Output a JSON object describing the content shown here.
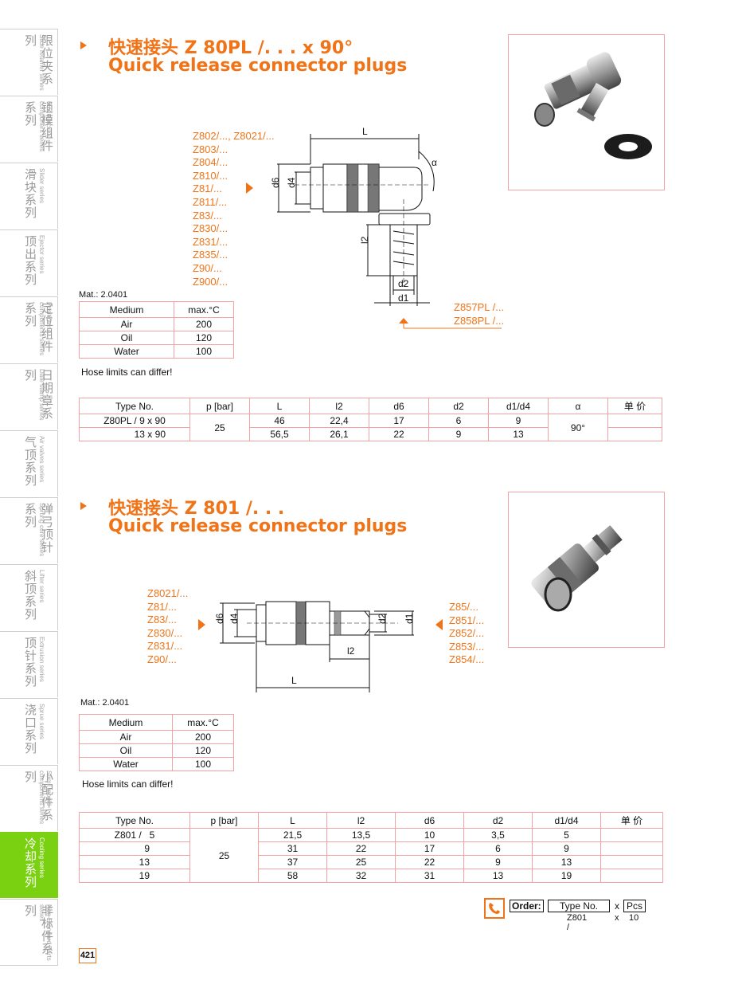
{
  "sidebar": [
    {
      "zh": "限位夹系列",
      "en": "Slide retainer series"
    },
    {
      "zh": "锁模组件系列",
      "en": "Mode locking component series"
    },
    {
      "zh": "滑块系列",
      "en": "Slider series"
    },
    {
      "zh": "顶出系列",
      "en": "Ejector series"
    },
    {
      "zh": "定位组件系列",
      "en": "Positioning components series"
    },
    {
      "zh": "日期章系列",
      "en": "Date stamp series"
    },
    {
      "zh": "气顶系列",
      "en": "Air valves series"
    },
    {
      "zh": "弹弓顶针系列",
      "en": "Sprung core series"
    },
    {
      "zh": "斜顶系列",
      "en": "Lifter series"
    },
    {
      "zh": "顶针系列",
      "en": "Extrusion series"
    },
    {
      "zh": "浇口系列",
      "en": "Sprue series"
    },
    {
      "zh": "小配件系列",
      "en": "Samll mould components series"
    },
    {
      "zh": "冷却系列",
      "en": "Cooling series"
    },
    {
      "zh": "非标件系列",
      "en": "Non-Standard Parts series"
    }
  ],
  "section1": {
    "title_zh": "快速接头 Z 80PL /. . . x 90°",
    "title_en": "Quick release connector plugs",
    "codes_left": [
      "Z802/..., Z8021/...",
      "Z803/...",
      "Z804/...",
      "Z810/...",
      "Z81/...",
      "Z811/...",
      "Z83/...",
      "Z830/...",
      "Z831/...",
      "Z835/...",
      "Z90/...",
      "Z900/..."
    ],
    "codes_right": [
      "Z857PL /...",
      "Z858PL /..."
    ],
    "dims": {
      "L": "L",
      "alpha": "α",
      "d6": "d6",
      "d4": "d4",
      "l2": "l2",
      "d2": "d2",
      "d1": "d1"
    },
    "mat": "Mat.: 2.0401",
    "medium_header": [
      "Medium",
      "max.°C"
    ],
    "medium_rows": [
      [
        "Air",
        "200"
      ],
      [
        "Oil",
        "120"
      ],
      [
        "Water",
        "100"
      ]
    ],
    "note": "Hose limits can differ!",
    "spec_header": [
      "Type No.",
      "p [bar]",
      "L",
      "l2",
      "d6",
      "d2",
      "d1/d4",
      "α",
      "单 价"
    ],
    "spec_rows": [
      {
        "type": "Z80PL / 9 x 90",
        "L": "46",
        "l2": "22,4",
        "d6": "17",
        "d2": "6",
        "d1d4": "9"
      },
      {
        "type": "13 x 90",
        "L": "56,5",
        "l2": "26,1",
        "d6": "22",
        "d2": "9",
        "d1d4": "13"
      }
    ],
    "pressure": "25",
    "alpha": "90°"
  },
  "section2": {
    "title_zh": "快速接头 Z 801 /. . .",
    "title_en": "Quick release connector plugs",
    "codes_left": [
      "Z8021/...",
      "Z81/...",
      "Z83/...",
      "Z830/...",
      "Z831/...",
      "Z90/..."
    ],
    "codes_right": [
      "Z85/...",
      "Z851/...",
      "Z852/...",
      "Z853/...",
      "Z854/..."
    ],
    "dims": {
      "d6": "d6",
      "d4": "d4",
      "d2": "d2",
      "d1": "d1",
      "l2": "l2",
      "L": "L"
    },
    "mat": "Mat.: 2.0401",
    "medium_header": [
      "Medium",
      "max.°C"
    ],
    "medium_rows": [
      [
        "Air",
        "200"
      ],
      [
        "Oil",
        "120"
      ],
      [
        "Water",
        "100"
      ]
    ],
    "note": "Hose limits can differ!",
    "spec_header": [
      "Type No.",
      "p [bar]",
      "L",
      "l2",
      "d6",
      "d2",
      "d1/d4",
      "单 价"
    ],
    "spec_rows": [
      {
        "type": "Z801 /   5",
        "L": "21,5",
        "l2": "13,5",
        "d6": "10",
        "d2": "3,5",
        "d1d4": "5"
      },
      {
        "type": "9",
        "L": "31",
        "l2": "22",
        "d6": "17",
        "d2": "6",
        "d1d4": "9"
      },
      {
        "type": "13",
        "L": "37",
        "l2": "25",
        "d6": "22",
        "d2": "9",
        "d1d4": "13"
      },
      {
        "type": "19",
        "L": "58",
        "l2": "32",
        "d6": "31",
        "d2": "13",
        "d1d4": "19"
      }
    ],
    "pressure": "25"
  },
  "order": {
    "label": "Order:",
    "type_label": "Type No.",
    "x": "x",
    "pcs": "Pcs",
    "example_type": "Z801 /",
    "example_qty": "10"
  },
  "page_number": "421",
  "colors": {
    "accent": "#f07417",
    "table_border": "#f3a3a3",
    "active_tab": "#79d111"
  }
}
